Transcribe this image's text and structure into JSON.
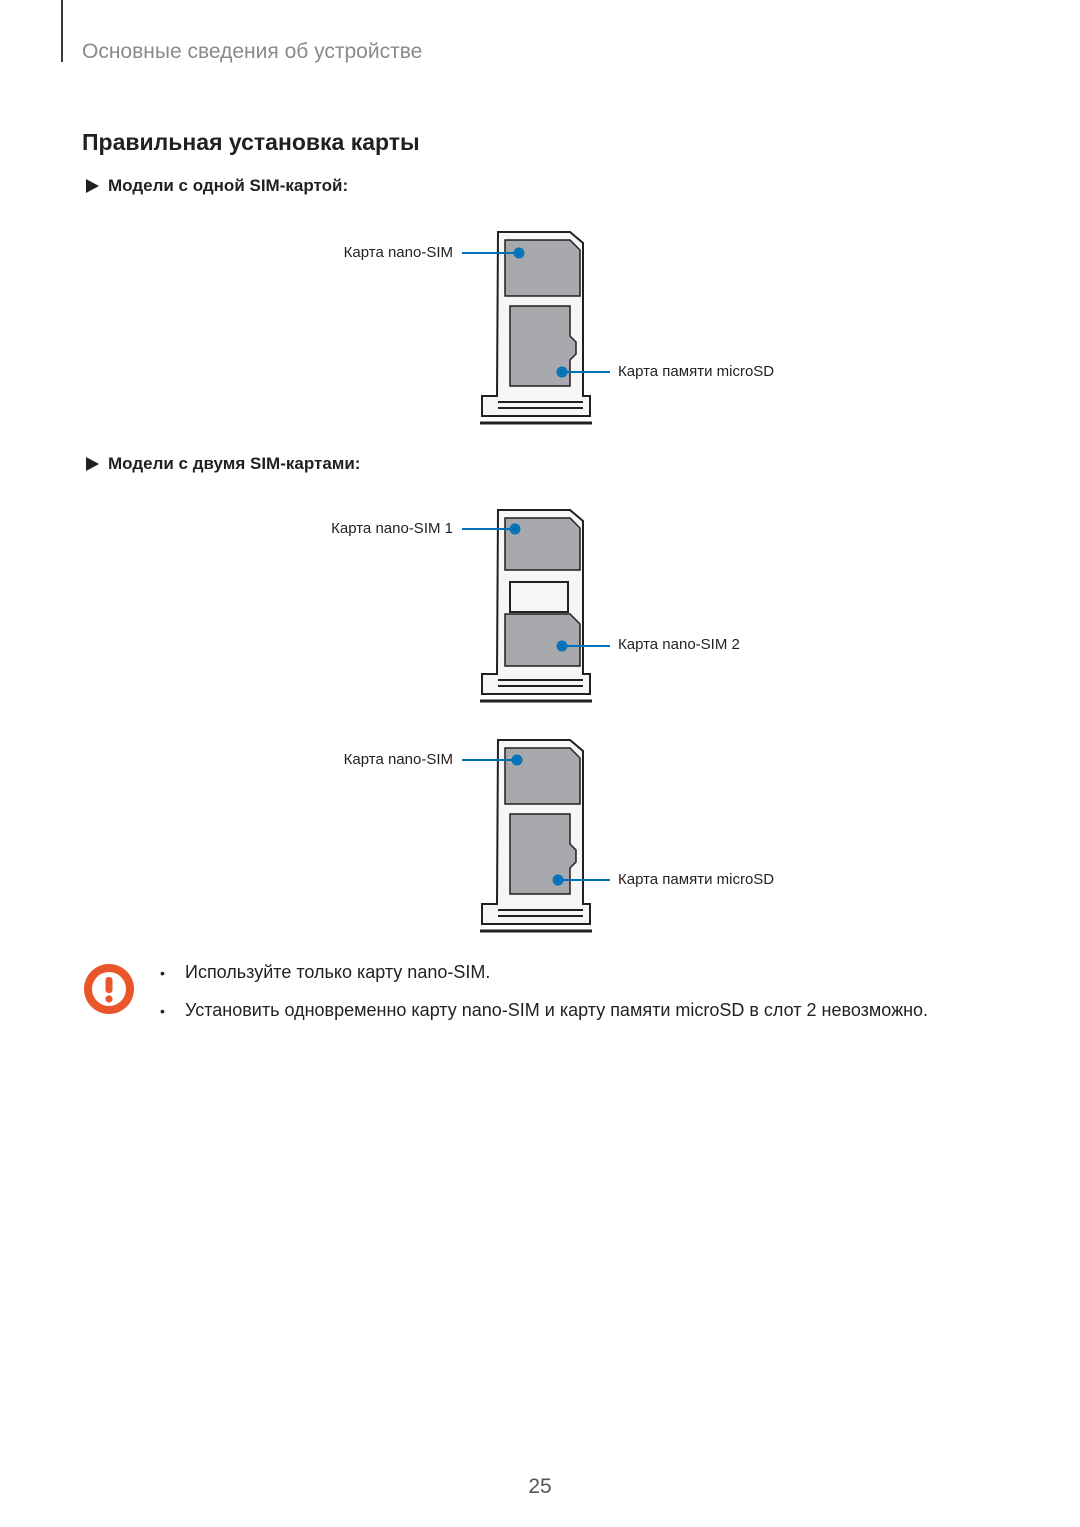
{
  "header": {
    "chapter": "Основные сведения об устройстве"
  },
  "section": {
    "title": "Правильная установка карты"
  },
  "single_sim": {
    "heading": "Модели с одной SIM-картой:",
    "label_top": "Карта nano-SIM",
    "label_bottom": "Карта памяти microSD"
  },
  "dual_sim": {
    "heading": "Модели с двумя SIM-картами:",
    "tray1": {
      "label_top": "Карта nano-SIM 1",
      "label_bottom": "Карта nano-SIM 2"
    },
    "tray2": {
      "label_top": "Карта nano-SIM",
      "label_bottom": "Карта памяти microSD"
    }
  },
  "notes": [
    "Используйте только карту nano-SIM.",
    "Установить одновременно карту nano-SIM и карту памяти microSD в слот 2 невозможно."
  ],
  "page_number": "25",
  "colors": {
    "callout": "#0071b8",
    "warning": "#e8562a"
  }
}
